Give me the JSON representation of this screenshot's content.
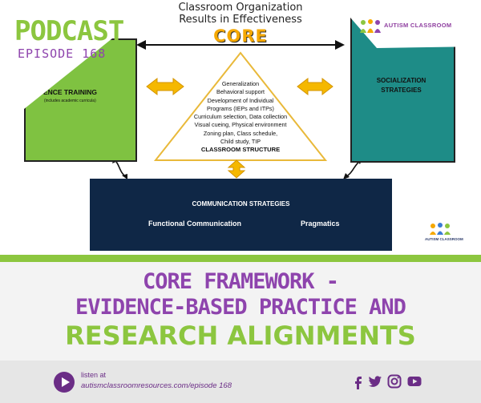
{
  "podcast": {
    "label": "PODCAST",
    "episode": "EPISODE 168"
  },
  "brand": {
    "name": "AUTISM CLASSROOM",
    "slide_logo_name": "AUTISM CLASSROOM"
  },
  "slide": {
    "heading_line1": "Classroom Organization",
    "heading_line2": "Results in Effectiveness",
    "core_label": "CORE",
    "left_box": {
      "title": "ENDENCE TRAINING",
      "subtitle": "(includes academic curricula)"
    },
    "right_box": {
      "title_line1": "SOCIALIZATION",
      "title_line2": "STRATEGIES"
    },
    "triangle_items": [
      "Generalization",
      "Behavioral support",
      "Development of Individual",
      "Programs (IEPs and ITPs)",
      "Curriculum selection, Data collection",
      "Visual cueing, Physical environment",
      "Zoning plan, Class schedule,",
      "Child study, TIP"
    ],
    "triangle_footer": "CLASSROOM STRUCTURE",
    "bottom_box": {
      "title": "COMMUNICATION STRATEGIES",
      "left": "Functional Communication",
      "right": "Pragmatics"
    }
  },
  "episode_title": {
    "line1": "CORE FRAMEWORK -",
    "line2": "EVIDENCE-BASED PRACTICE AND",
    "line3": "RESEARCH ALIGNMENTS"
  },
  "footer": {
    "listen_at": "listen at",
    "url": "autismclassroomresources.com/episode 168"
  },
  "icons": [
    "play-icon",
    "facebook-icon",
    "twitter-icon",
    "instagram-icon",
    "youtube-icon"
  ],
  "colors": {
    "green": "#8cc63f",
    "purple": "#8e44ad",
    "navy": "#0f2746",
    "teal": "#1e8c87",
    "gold": "#f5a800"
  }
}
